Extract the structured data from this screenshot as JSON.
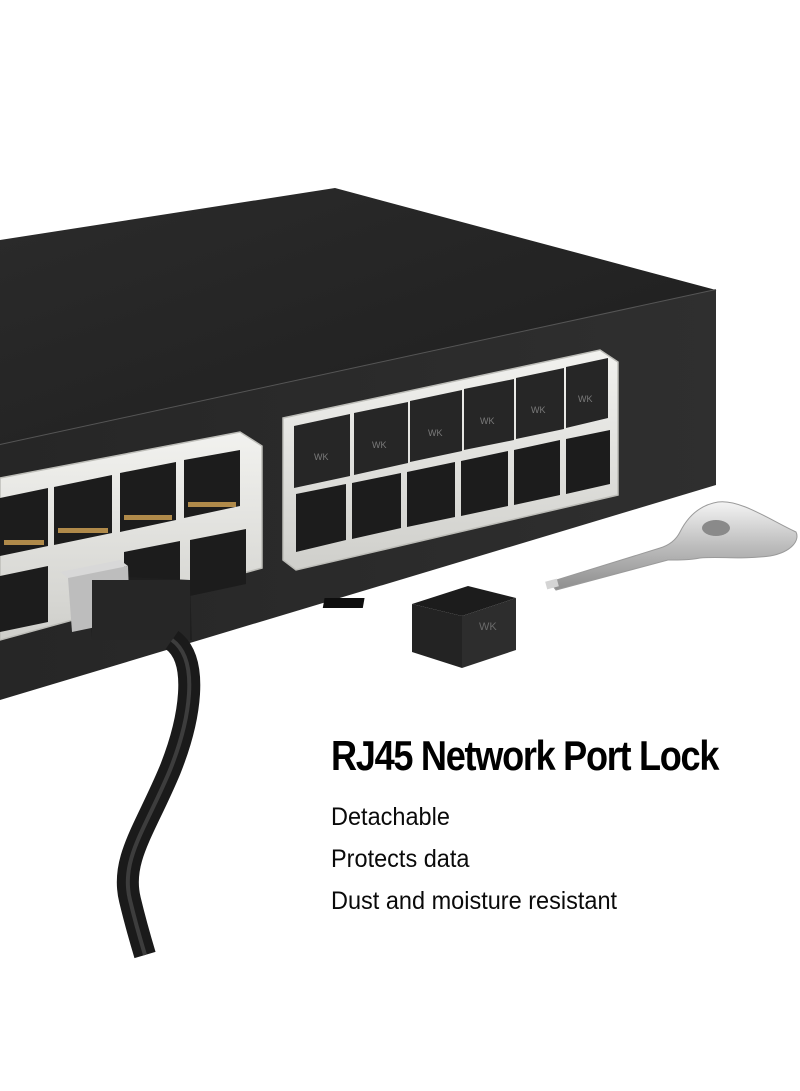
{
  "product": {
    "headline": "RJ45 Network Port Lock",
    "features": [
      "Detachable",
      "Protects data",
      "Dust and moisture resistant"
    ]
  },
  "scene": {
    "objects": [
      "network-switch",
      "port-locks-installed",
      "port-lock-detached",
      "release-key",
      "ethernet-cable"
    ],
    "lock_marking": "WK",
    "installed_lock_count": 6,
    "colors": {
      "background": "#ffffff",
      "switch_body": "#2a2a2a",
      "switch_top": "#242424",
      "port_frame": "#e4e4e0",
      "lock_body": "#262626",
      "key_metal": "#c8c8c8",
      "text": "#000000"
    }
  }
}
